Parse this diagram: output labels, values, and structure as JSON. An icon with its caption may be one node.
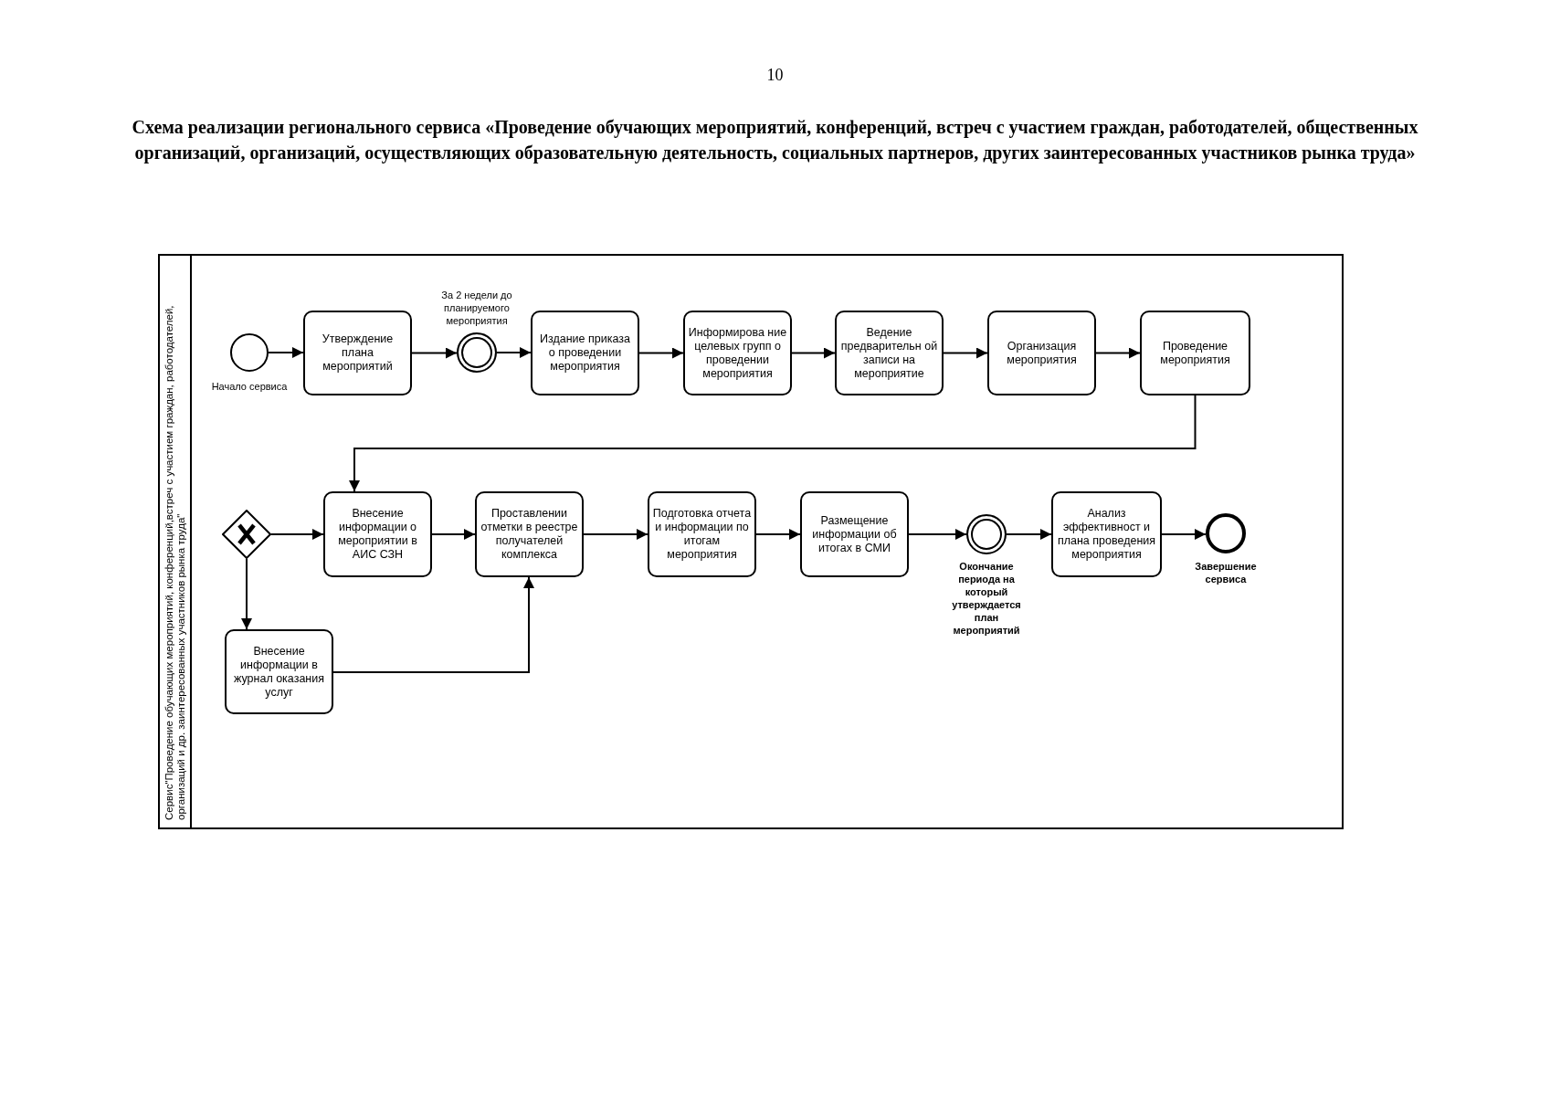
{
  "diagram": {
    "title": "Схема реализации регионального сервиса «Проведение обучающих мероприятий, конференций, встреч с участием граждан, работодателей, общественных организаций, организаций, осуществляющих образовательную деятельность, социальных партнеров, других заинтересованных участников рынка труда»",
    "nodes": [
      {
        "text": [
          "Сервис\"Проведение обучающих мероприятий, конференций,встреч с участием граждан, работодателей, организаций и др. заинтересованных участников рынка труда\""
        ]
      },
      {
        "text": [],
        "shape": "circle",
        "beside": [
          "Начало сервиса"
        ],
        "in": 0
      },
      {
        "text": [
          "Утверждение плана мероприятий"
        ],
        "in": 0
      },
      {
        "text": [],
        "shape": "circle",
        "beside": [
          "За 2 недели до планируемого мероприятия"
        ],
        "in": 0
      },
      {
        "text": [
          "Издание приказа о проведении мероприятия"
        ],
        "in": 0
      },
      {
        "text": [
          "Информирова ние целевых групп о проведении мероприятия"
        ],
        "in": 0
      },
      {
        "text": [
          "Ведение предварительн ой записи на мероприятие"
        ],
        "in": 0
      },
      {
        "text": [
          "Организация мероприятия"
        ],
        "in": 0
      },
      {
        "text": [
          "Проведение мероприятия"
        ],
        "in": 0
      },
      {
        "text": [],
        "shape": "diamond",
        "in": 0
      },
      {
        "text": [
          "Внесение информации о мероприятии в АИС СЗН"
        ],
        "in": 0
      },
      {
        "text": [
          "Проставлении отметки в реестре получателей комплекса"
        ],
        "in": 0
      },
      {
        "text": [
          "Подготовка отчета и информации по итогам мероприятия"
        ],
        "in": 0
      },
      {
        "text": [
          "Размещение информации об итогах в СМИ"
        ],
        "in": 0
      },
      {
        "text": [],
        "shape": "circle",
        "beside": [
          "Окончание периода на который утверждается план мероприятий"
        ],
        "in": 0
      },
      {
        "text": [
          "Анализ эффективност и плана проведения мероприятия"
        ],
        "in": 0
      },
      {
        "text": [],
        "shape": "circle",
        "beside": [
          "Завершение сервиса"
        ],
        "in": 0
      },
      {
        "text": [
          "Внесение информации в журнал оказания услуг"
        ],
        "in": 0
      }
    ],
    "edges": [
      {
        "from": 1,
        "to": 2,
        "arrow": "to"
      },
      {
        "from": 2,
        "to": 3,
        "arrow": "to"
      },
      {
        "from": 3,
        "to": 4,
        "arrow": "to"
      },
      {
        "from": 4,
        "to": 5,
        "arrow": "to"
      },
      {
        "from": 5,
        "to": 6,
        "arrow": "to"
      },
      {
        "from": 6,
        "to": 7,
        "arrow": "to"
      },
      {
        "from": 7,
        "to": 8,
        "arrow": "to"
      },
      {
        "from": 8,
        "to": 10,
        "arrow": "to"
      },
      {
        "from": 9,
        "to": 10,
        "arrow": "to"
      },
      {
        "from": 9,
        "to": 17,
        "arrow": "to"
      },
      {
        "from": 10,
        "to": 11,
        "arrow": "to"
      },
      {
        "from": 17,
        "to": 11,
        "arrow": "to"
      },
      {
        "from": 11,
        "to": 12,
        "arrow": "to"
      },
      {
        "from": 12,
        "to": 13,
        "arrow": "to"
      },
      {
        "from": 13,
        "to": 14,
        "arrow": "to"
      },
      {
        "from": 14,
        "to": 15,
        "arrow": "to"
      },
      {
        "from": 15,
        "to": 16,
        "arrow": "to"
      }
    ],
    "labels": [
      "10"
    ]
  }
}
